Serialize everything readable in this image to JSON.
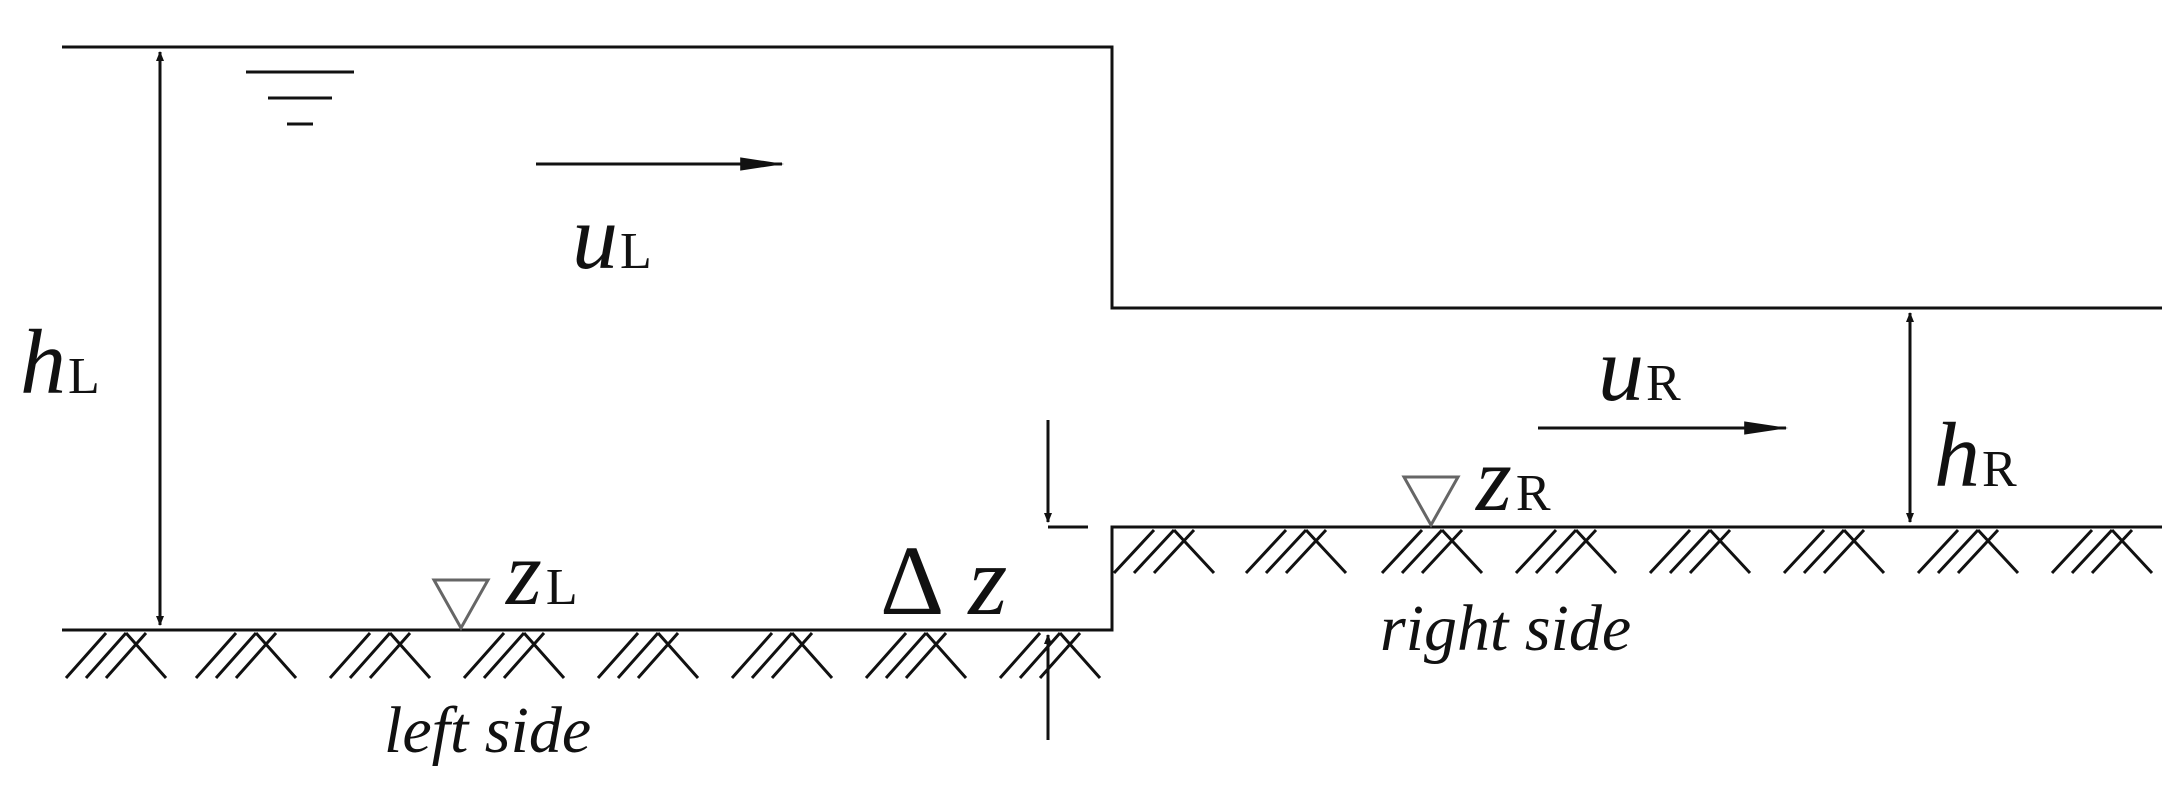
{
  "labels": {
    "h_left": {
      "var": "h",
      "sub": "L"
    },
    "u_left": {
      "var": "u",
      "sub": "L"
    },
    "z_left": {
      "var": "z",
      "sub": "L"
    },
    "h_right": {
      "var": "h",
      "sub": "R"
    },
    "u_right": {
      "var": "u",
      "sub": "R"
    },
    "z_right": {
      "var": "z",
      "sub": "R"
    },
    "delta_z": {
      "symbol": "Δ",
      "var": "z"
    },
    "left_side": "left side",
    "right_side": "right side"
  },
  "colors": {
    "line": "#111111",
    "marker": "#666666",
    "background": "#ffffff"
  },
  "icons": {
    "free_surface": "free-surface-symbol",
    "bed_marker": "triangle-down-icon",
    "ground": "ground-hatching"
  }
}
